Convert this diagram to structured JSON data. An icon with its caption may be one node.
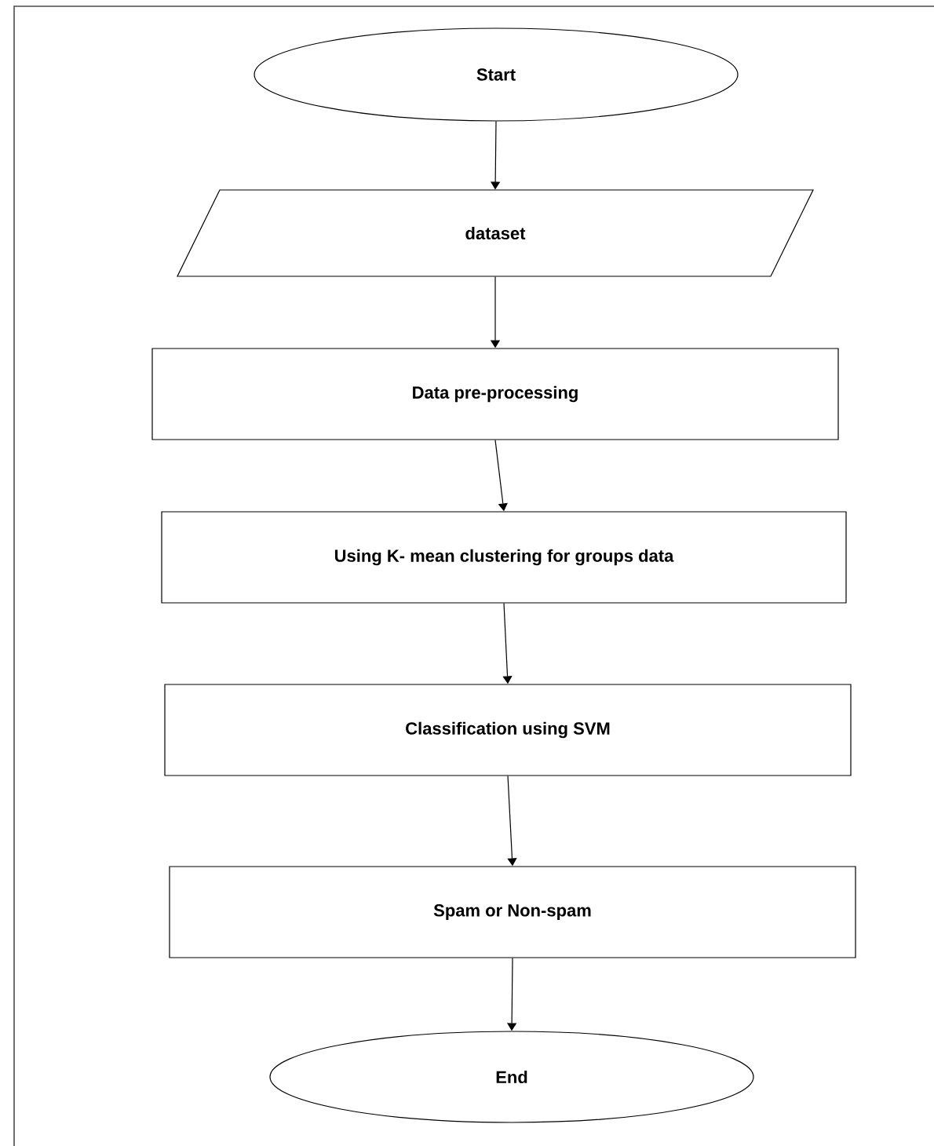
{
  "diagram": {
    "nodes": [
      {
        "text": [
          "Start"
        ]
      },
      {
        "text": [
          "dataset"
        ]
      },
      {
        "text": [
          "Data pre-processing"
        ]
      },
      {
        "text": [
          "Using K- mean clustering for groups data"
        ]
      },
      {
        "text": [
          "Classification using SVM"
        ]
      },
      {
        "text": [
          "Spam or Non-spam"
        ]
      },
      {
        "text": [
          "End"
        ]
      }
    ],
    "edges": [
      {
        "from": 0,
        "to": 1,
        "arrow": "to"
      },
      {
        "from": 1,
        "to": 2,
        "arrow": "to"
      },
      {
        "from": 2,
        "to": 3,
        "arrow": "to"
      },
      {
        "from": 3,
        "to": 4,
        "arrow": "to"
      },
      {
        "from": 4,
        "to": 5,
        "arrow": "to"
      },
      {
        "from": 5,
        "to": 6,
        "arrow": "to"
      }
    ]
  }
}
